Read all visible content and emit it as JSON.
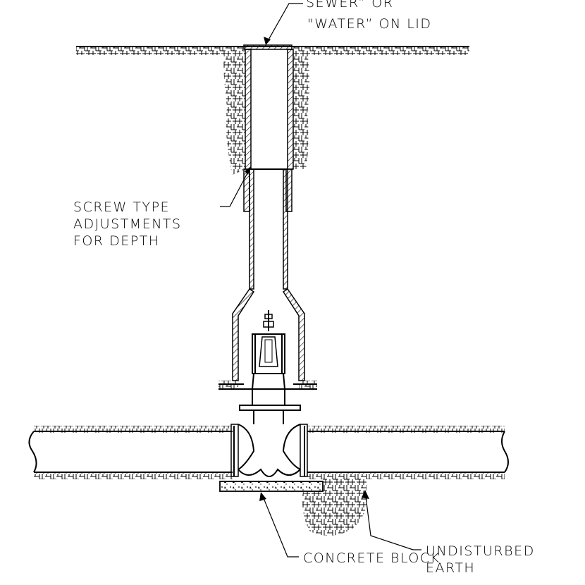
{
  "labels": {
    "lid_line1": "SEWER” OR",
    "lid_line2": "\"WATER” ON LID",
    "screw_line1": "SCREW TYPE",
    "screw_line2": "ADJUSTMENTS",
    "screw_line3": "FOR DEPTH",
    "earth_line1": "UNDISTURBED",
    "earth_line2": "EARTH",
    "concrete": "CONCRETE BLOCK"
  },
  "colors": {
    "ink": "#000000",
    "background": "#ffffff"
  }
}
